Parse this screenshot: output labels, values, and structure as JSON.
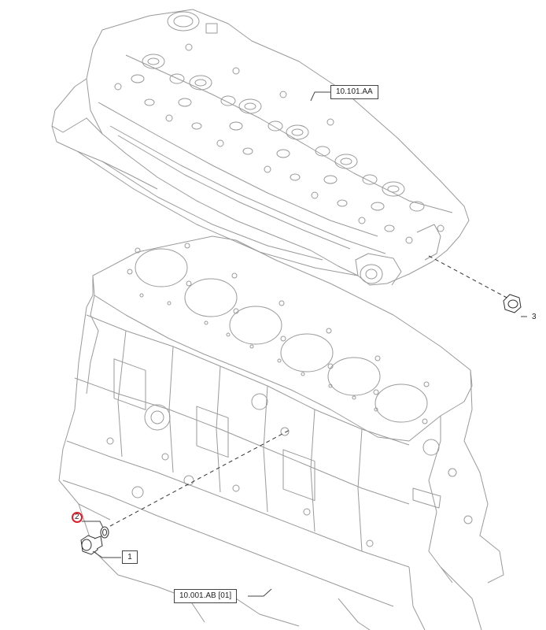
{
  "diagram": {
    "components": {
      "cylinder_head_ref": "10.101.AA",
      "engine_block_ref": "10.001.AB [01]"
    },
    "callouts": {
      "item_1": "1",
      "item_2": "2",
      "item_3": "3"
    },
    "highlight_color": "#e01e27",
    "line_color": "#9a9a9a"
  }
}
